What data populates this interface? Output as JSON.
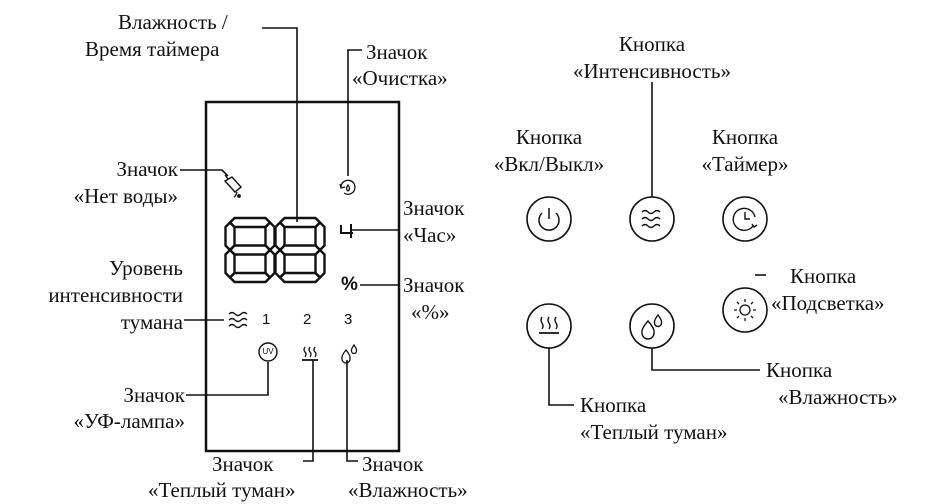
{
  "panel": {
    "display_digits": "88",
    "level_numbers": [
      "1",
      "2",
      "3"
    ],
    "percent_symbol": "%",
    "uv_text": "UV"
  },
  "labels": {
    "humidity_timer": {
      "line1": "Влажность /",
      "line2": "Время таймера"
    },
    "clean_icon": {
      "line1": "Значок",
      "line2": "«Очистка»"
    },
    "no_water_icon": {
      "line1": "Значок",
      "line2": "«Нет воды»"
    },
    "hour_icon": {
      "line1": "Значок",
      "line2": "«Час»"
    },
    "mist_level": {
      "line1": "Уровень",
      "line2": "интенсивности",
      "line3": "тумана"
    },
    "percent_icon": {
      "line1": "Значок",
      "line2": "«%»"
    },
    "uv_icon": {
      "line1": "Значок",
      "line2": "«УФ-лампа»"
    },
    "warm_mist_icon": {
      "line1": "Значок",
      "line2": "«Теплый туман»"
    },
    "humidity_icon": {
      "line1": "Значок",
      "line2": "«Влажность»"
    },
    "intensity_button": {
      "line1": "Кнопка",
      "line2": "«Интенсивность»"
    },
    "power_button": {
      "line1": "Кнопка",
      "line2": "«Вкл/Выкл»"
    },
    "timer_button": {
      "line1": "Кнопка",
      "line2": "«Таймер»"
    },
    "backlight_button": {
      "line1": "Кнопка",
      "line2": "«Подсветка»"
    },
    "warm_mist_button": {
      "line1": "Кнопка",
      "line2": "«Теплый туман»"
    },
    "humidity_button": {
      "line1": "Кнопка",
      "line2": "«Влажность»"
    }
  },
  "icons": {
    "panel": [
      "no-water-icon",
      "clean-icon",
      "hour-icon",
      "mist-level-icon",
      "uv-lamp-icon",
      "warm-mist-icon",
      "humidity-icon"
    ],
    "buttons": [
      "power-icon",
      "intensity-icon",
      "timer-icon",
      "warm-mist-icon",
      "humidity-icon",
      "backlight-icon"
    ]
  },
  "colors": {
    "ink": "#111111",
    "background": "#ffffff"
  }
}
